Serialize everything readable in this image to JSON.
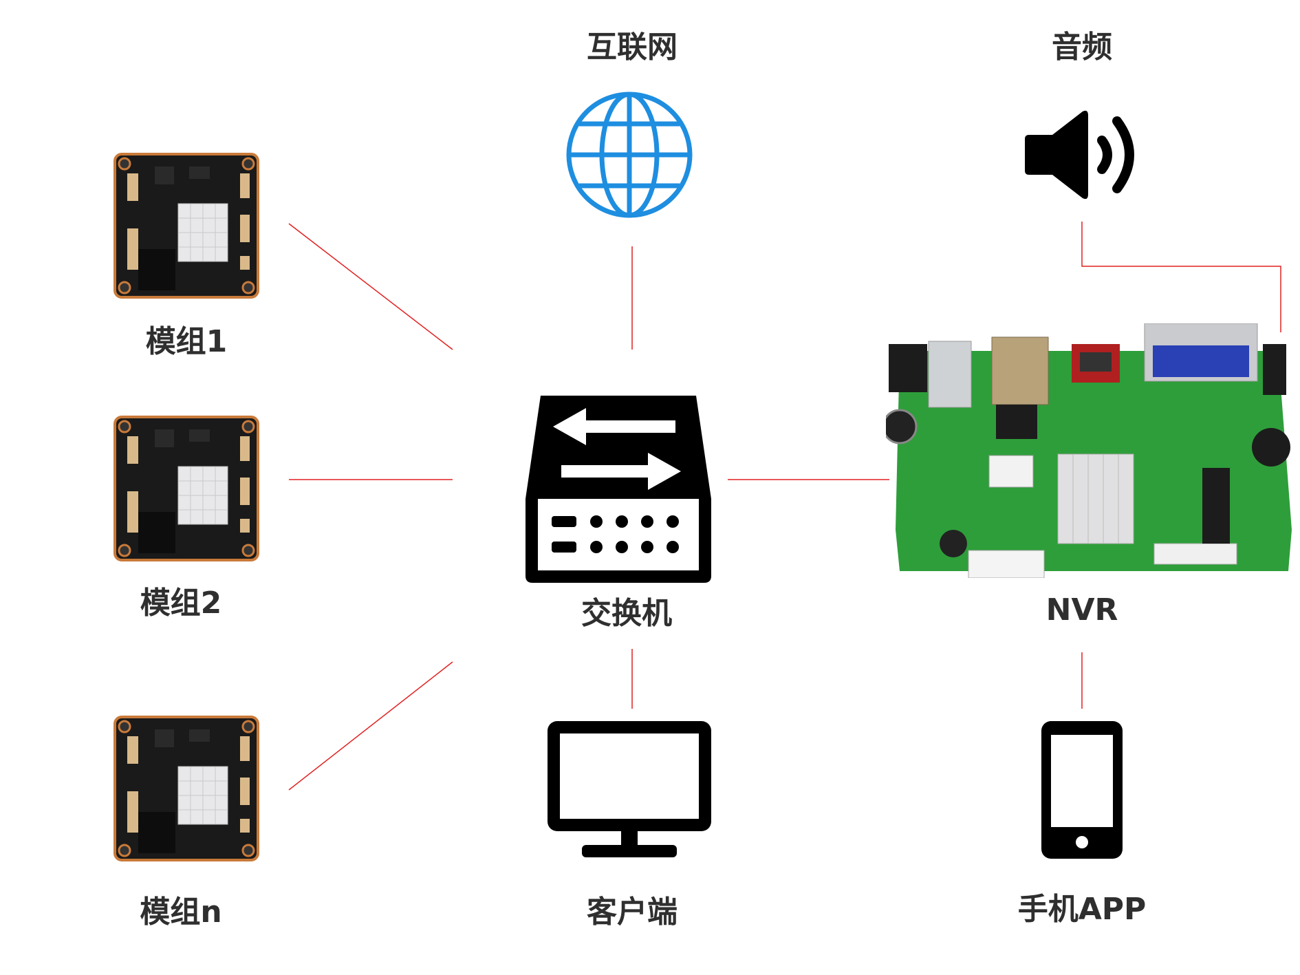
{
  "nodes": {
    "module1": {
      "label": "模组1"
    },
    "module2": {
      "label": "模组2"
    },
    "module_n": {
      "label": "模组n"
    },
    "internet": {
      "label": "互联网",
      "icon": "globe-icon",
      "color": "#1e8ee0"
    },
    "switch": {
      "label": "交换机",
      "icon": "network-switch-icon"
    },
    "client": {
      "label": "客户端",
      "icon": "monitor-icon"
    },
    "audio": {
      "label": "音频",
      "icon": "speaker-icon"
    },
    "nvr": {
      "label": "NVR"
    },
    "mobile_app": {
      "label": "手机APP",
      "icon": "smartphone-icon"
    }
  },
  "colors": {
    "connector": "#e02020",
    "pcb_module": "#1a1a1a",
    "pcb_nvr": "#2e9e3a",
    "label": "#2f2f2f"
  }
}
